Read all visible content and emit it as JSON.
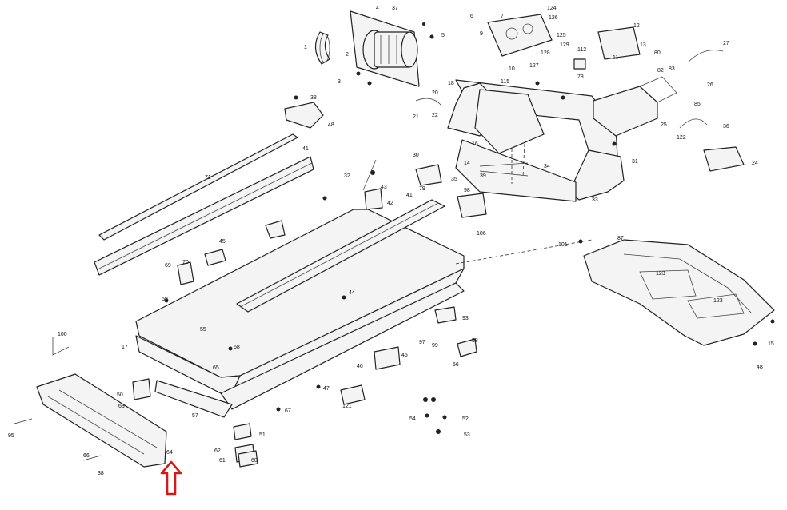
{
  "diagram": {
    "accent_color": "#d11a1a",
    "callouts": [
      {
        "id": "c1",
        "text": "1"
      },
      {
        "id": "c2",
        "text": "2"
      },
      {
        "id": "c3",
        "text": "3"
      },
      {
        "id": "c4",
        "text": "4"
      },
      {
        "id": "c5",
        "text": "5"
      },
      {
        "id": "c6",
        "text": "6"
      },
      {
        "id": "c7",
        "text": "7"
      },
      {
        "id": "c37",
        "text": "37"
      },
      {
        "id": "c9",
        "text": "9"
      },
      {
        "id": "c124",
        "text": "124"
      },
      {
        "id": "c10",
        "text": "10"
      },
      {
        "id": "c126",
        "text": "126"
      },
      {
        "id": "c125",
        "text": "125"
      },
      {
        "id": "c127",
        "text": "127"
      },
      {
        "id": "c128",
        "text": "128"
      },
      {
        "id": "c129",
        "text": "129"
      },
      {
        "id": "c112",
        "text": "112"
      },
      {
        "id": "c11",
        "text": "11"
      },
      {
        "id": "c12",
        "text": "12"
      },
      {
        "id": "c13",
        "text": "13"
      },
      {
        "id": "c27",
        "text": "27"
      },
      {
        "id": "c38a",
        "text": "38"
      },
      {
        "id": "c48a",
        "text": "48"
      },
      {
        "id": "c71",
        "text": "71"
      },
      {
        "id": "c41a",
        "text": "41"
      },
      {
        "id": "c16",
        "text": "16"
      },
      {
        "id": "c18",
        "text": "18"
      },
      {
        "id": "c115",
        "text": "115"
      },
      {
        "id": "c20",
        "text": "20"
      },
      {
        "id": "c21",
        "text": "21"
      },
      {
        "id": "c22",
        "text": "22"
      },
      {
        "id": "c31",
        "text": "31"
      },
      {
        "id": "c36",
        "text": "36"
      },
      {
        "id": "c78",
        "text": "78"
      },
      {
        "id": "c80",
        "text": "80"
      },
      {
        "id": "c82",
        "text": "82"
      },
      {
        "id": "c83",
        "text": "83"
      },
      {
        "id": "c26",
        "text": "26"
      },
      {
        "id": "c85",
        "text": "85"
      },
      {
        "id": "c25",
        "text": "25"
      },
      {
        "id": "c122",
        "text": "122"
      },
      {
        "id": "c24",
        "text": "24"
      },
      {
        "id": "c30",
        "text": "30"
      },
      {
        "id": "c14",
        "text": "14"
      },
      {
        "id": "c35",
        "text": "35"
      },
      {
        "id": "c39",
        "text": "39"
      },
      {
        "id": "c43",
        "text": "43"
      },
      {
        "id": "c32",
        "text": "32"
      },
      {
        "id": "c42",
        "text": "42"
      },
      {
        "id": "c41b",
        "text": "41"
      },
      {
        "id": "c79",
        "text": "79"
      },
      {
        "id": "c98",
        "text": "98"
      },
      {
        "id": "c106",
        "text": "106"
      },
      {
        "id": "c34",
        "text": "34"
      },
      {
        "id": "c33",
        "text": "33"
      },
      {
        "id": "c70",
        "text": "70"
      },
      {
        "id": "c69",
        "text": "69"
      },
      {
        "id": "c44",
        "text": "44"
      },
      {
        "id": "c45a",
        "text": "45"
      },
      {
        "id": "c101",
        "text": "101"
      },
      {
        "id": "c87",
        "text": "87"
      },
      {
        "id": "c123a",
        "text": "123"
      },
      {
        "id": "c123b",
        "text": "123"
      },
      {
        "id": "c59",
        "text": "59"
      },
      {
        "id": "c100",
        "text": "100"
      },
      {
        "id": "c17",
        "text": "17"
      },
      {
        "id": "c55",
        "text": "55"
      },
      {
        "id": "c68",
        "text": "68"
      },
      {
        "id": "c65",
        "text": "65"
      },
      {
        "id": "c57",
        "text": "57"
      },
      {
        "id": "c50",
        "text": "50"
      },
      {
        "id": "c63",
        "text": "63"
      },
      {
        "id": "c67",
        "text": "67"
      },
      {
        "id": "c47",
        "text": "47"
      },
      {
        "id": "c97",
        "text": "97"
      },
      {
        "id": "c46",
        "text": "46"
      },
      {
        "id": "c45b",
        "text": "45"
      },
      {
        "id": "c93",
        "text": "93"
      },
      {
        "id": "c121",
        "text": "121"
      },
      {
        "id": "c15",
        "text": "15"
      },
      {
        "id": "c99",
        "text": "99"
      },
      {
        "id": "c56",
        "text": "56"
      },
      {
        "id": "c58",
        "text": "58"
      },
      {
        "id": "c54",
        "text": "54"
      },
      {
        "id": "c52",
        "text": "52"
      },
      {
        "id": "c53",
        "text": "53"
      },
      {
        "id": "c51",
        "text": "51"
      },
      {
        "id": "c61",
        "text": "61"
      },
      {
        "id": "c60",
        "text": "60"
      },
      {
        "id": "c62",
        "text": "62"
      },
      {
        "id": "c64",
        "text": "64"
      },
      {
        "id": "c66",
        "text": "66"
      },
      {
        "id": "c38b",
        "text": "38"
      },
      {
        "id": "c95",
        "text": "95"
      },
      {
        "id": "c48b",
        "text": "48"
      }
    ]
  }
}
